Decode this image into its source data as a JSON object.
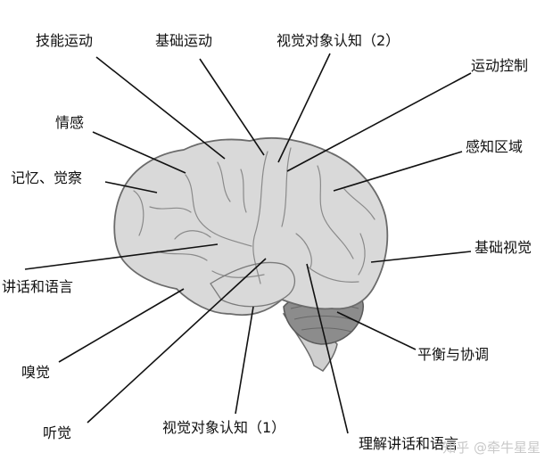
{
  "labels": {
    "skill_motor": "技能运动",
    "basic_motor": "基础运动",
    "visual_object_2": "视觉对象认知（2）",
    "motor_control": "运动控制",
    "emotion": "情感",
    "sensory_area": "感知区域",
    "memory_awareness": "记忆、觉察",
    "basic_vision": "基础视觉",
    "speech_language": "讲话和语言",
    "smell": "嗅觉",
    "balance_coordination": "平衡与协调",
    "hearing": "听觉",
    "visual_object_1": "视觉对象认知（1）",
    "understanding_speech": "理解讲话和语言"
  },
  "watermark": "知乎 @牵牛星星",
  "colors": {
    "cerebrum_fill": "#d9d9d9",
    "cerebrum_stroke": "#6b6b6b",
    "cerebellum_fill": "#8c8c8c",
    "stem_fill": "#cfcfcf",
    "leader_line": "#111111"
  }
}
